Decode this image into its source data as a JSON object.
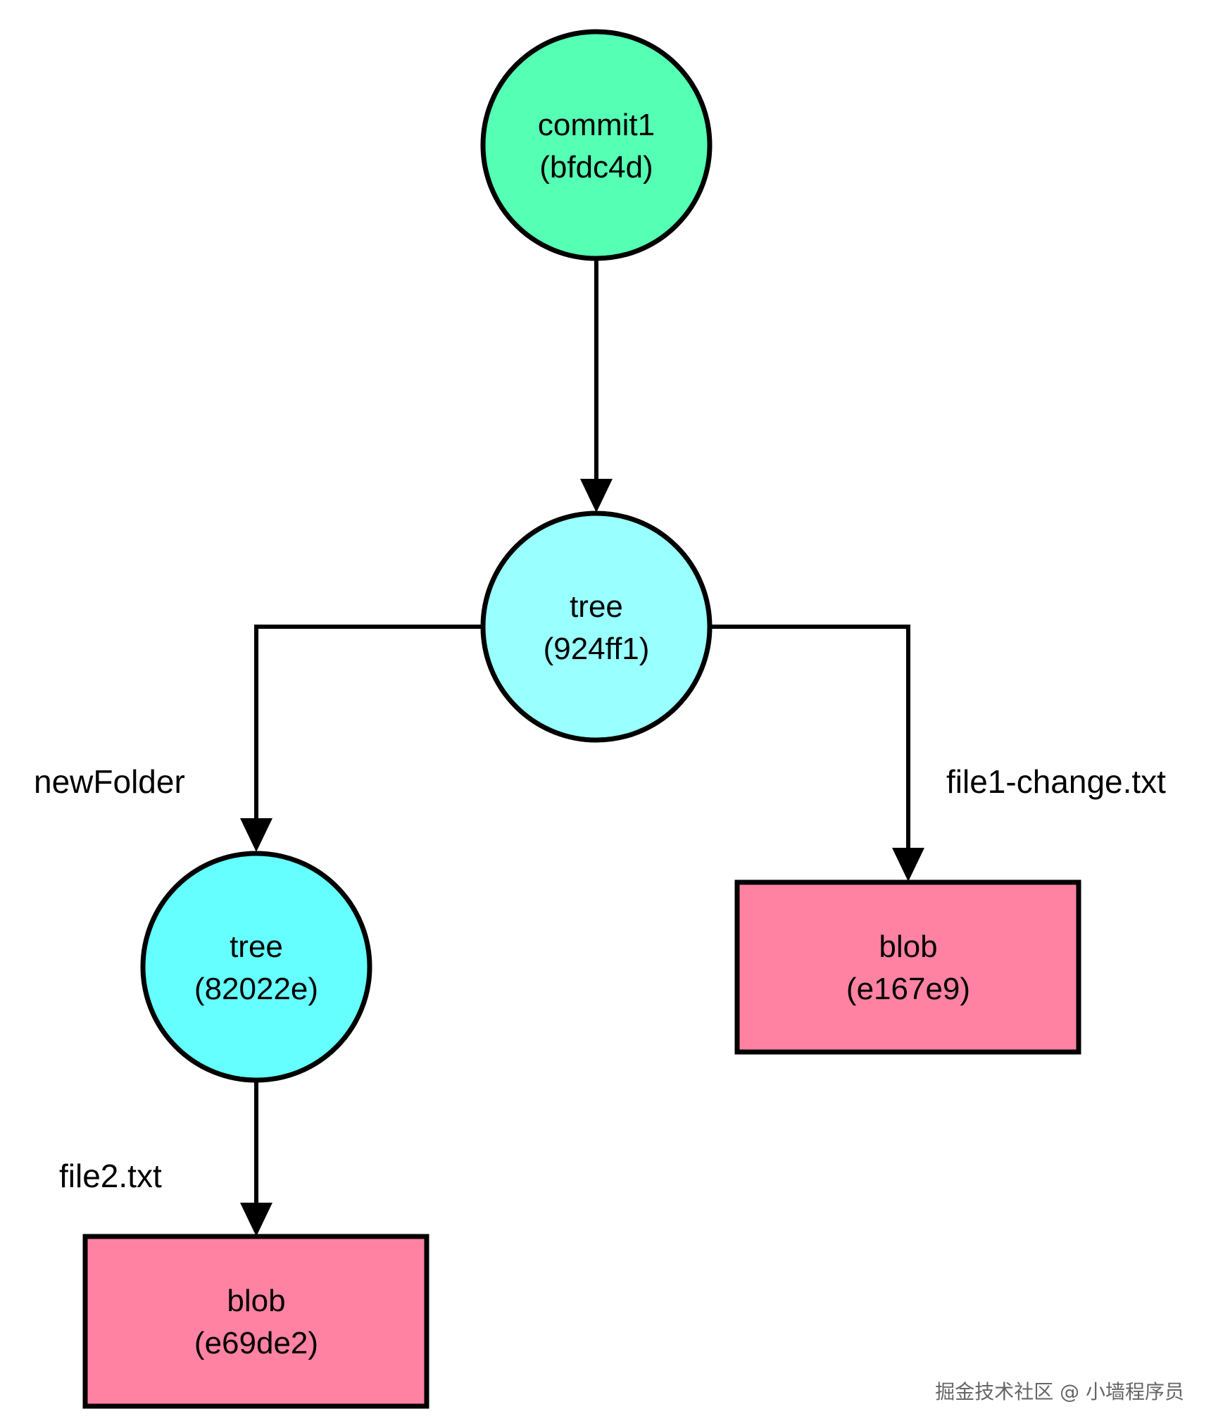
{
  "colors": {
    "commit": "#55ffb3",
    "root_tree": "#99ffff",
    "sub_tree": "#66ffff",
    "blob": "#ff82a3",
    "stroke": "#000000"
  },
  "nodes": {
    "commit1": {
      "type": "commit",
      "shape": "circle",
      "label": "commit1",
      "hash": "(bfdc4d)"
    },
    "root_tree": {
      "type": "tree",
      "shape": "circle",
      "label": "tree",
      "hash": "(924ff1)"
    },
    "sub_tree": {
      "type": "tree",
      "shape": "circle",
      "label": "tree",
      "hash": "(82022e)"
    },
    "blob_right": {
      "type": "blob",
      "shape": "rect",
      "label": "blob",
      "hash": "(e167e9)"
    },
    "blob_left": {
      "type": "blob",
      "shape": "rect",
      "label": "blob",
      "hash": "(e69de2)"
    }
  },
  "edges": [
    {
      "from": "commit1",
      "to": "root_tree",
      "label": ""
    },
    {
      "from": "root_tree",
      "to": "sub_tree",
      "label": "newFolder"
    },
    {
      "from": "root_tree",
      "to": "blob_right",
      "label": "file1-change.txt"
    },
    {
      "from": "sub_tree",
      "to": "blob_left",
      "label": "file2.txt"
    }
  ],
  "watermark": "掘金技术社区 @ 小墙程序员"
}
